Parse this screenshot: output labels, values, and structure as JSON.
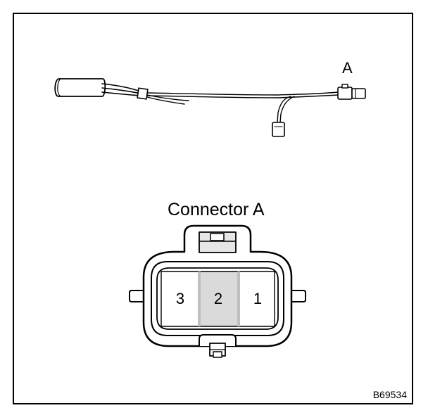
{
  "wire_harness": {
    "connector_label": "A"
  },
  "connector_view": {
    "title": "Connector A",
    "pins": [
      "3",
      "2",
      "1"
    ]
  },
  "figure_code": "B69534",
  "colors": {
    "line": "#000000",
    "fill": "#ffffff",
    "shade": "#d9d9d9",
    "shade_dark": "#bfbfbf"
  }
}
